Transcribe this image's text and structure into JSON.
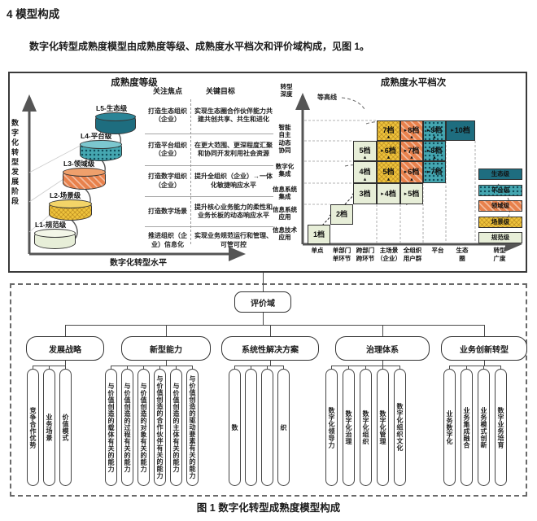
{
  "page": {
    "heading": "4 模型构成",
    "intro": "数字化转型成熟度模型由成熟度等级、成熟度水平档次和评价域构成，见图 1。",
    "caption": "图 1 数字化转型成熟度模型构成"
  },
  "maturity_levels": {
    "title": "成熟度等级",
    "y_axis_label": "数字化转型发展阶段",
    "x_axis_label": "数字化转型水平",
    "col_focus": "关注焦点",
    "col_goal": "关键目标",
    "levels": [
      {
        "name": "L5-生态级",
        "level": 5,
        "focus": "打造生态组织（企业）",
        "goal": "实现生态圈合作伙伴能力共建共创共享、共生和进化"
      },
      {
        "name": "L4-平台级",
        "level": 4,
        "focus": "打造平台组织（企业）",
        "goal": "在更大范围、更深程度汇聚和协同开发利用社会资源"
      },
      {
        "name": "L3-领域级",
        "level": 3,
        "focus": "打造数字组织（企业）",
        "goal": "提升全组织（企业）→一体化敏捷响应水平"
      },
      {
        "name": "L2-场景级",
        "level": 2,
        "focus": "打造数字场景",
        "goal": "提升核心业务能力的柔性和业务长板的动态响应水平"
      },
      {
        "name": "L1-规范级",
        "level": 1,
        "focus": "推进组织（企业）信息化",
        "goal": "实现业务规范运行和管理、可管可控"
      }
    ]
  },
  "chart_data": {
    "type": "heatmap",
    "title": "成熟度水平档次",
    "y_axis_title": "转型\n深度",
    "x_axis_title": "转型\n广度",
    "contour_label": "等高线",
    "x_categories": [
      "单点",
      "单部门\n单环节",
      "跨部门\n跨环节",
      "主场景\n（企业）",
      "全组织\n用户群",
      "平台",
      "生态\n圈"
    ],
    "y_categories": [
      "信息技术\n应用",
      "信息系统\n应用",
      "信息系统\n集成",
      "数字化\n集成",
      "智能\n自主\n动态\n协同"
    ],
    "legend": [
      {
        "label": "生态级",
        "level": 5
      },
      {
        "label": "平台级",
        "level": 4
      },
      {
        "label": "领域级",
        "level": 3
      },
      {
        "label": "场景级",
        "level": 2
      },
      {
        "label": "规范级",
        "level": 1
      }
    ],
    "colors": {
      "规范级": "#e7eed8",
      "场景级": "#eec33c",
      "领域级": "#e8814c",
      "平台级": "#45a7b1",
      "生态级": "#1e6d7f"
    },
    "cells": [
      {
        "label": "1档",
        "col": 1,
        "row": 1,
        "level": 1
      },
      {
        "label": "2档",
        "col": 2,
        "row": 2,
        "level": 1
      },
      {
        "label": "3档",
        "col": 3,
        "row": 3,
        "level": 1
      },
      {
        "label": "4档",
        "col": 4,
        "row": 3,
        "level": 1
      },
      {
        "label": "5档",
        "col": 5,
        "row": 3,
        "level": 1
      },
      {
        "label": "4档",
        "col": 3,
        "row": 4,
        "level": 1
      },
      {
        "label": "5档",
        "col": 4,
        "row": 4,
        "level": 2
      },
      {
        "label": "6档",
        "col": 5,
        "row": 4,
        "level": 3
      },
      {
        "label": "7档",
        "col": 6,
        "row": 4,
        "level": 4
      },
      {
        "label": "5档",
        "col": 3,
        "row": 5,
        "level": 1
      },
      {
        "label": "6档",
        "col": 4,
        "row": 5,
        "level": 2
      },
      {
        "label": "7档",
        "col": 5,
        "row": 5,
        "level": 3
      },
      {
        "label": "8档",
        "col": 6,
        "row": 5,
        "level": 4
      },
      {
        "label": "7档",
        "col": 4,
        "row": 6,
        "level": 2
      },
      {
        "label": "8档",
        "col": 5,
        "row": 6,
        "level": 3
      },
      {
        "label": "9档",
        "col": 6,
        "row": 6,
        "level": 4
      },
      {
        "label": "10档",
        "col": 7,
        "row": 6,
        "level": 5
      }
    ]
  },
  "evaluation": {
    "root": "评价域",
    "domains": [
      {
        "label": "发展战略",
        "items": [
          "竞争合作优势",
          "业务场景",
          "价值模式"
        ]
      },
      {
        "label": "新型能力",
        "items": [
          "与价值创造的载体有关的能力",
          "与价值创造的过程有关的能力",
          "与价值创造的对象有关的能力",
          "与价值创造的合作伙伴有关的能力",
          "与价值创造的主体有关的能力",
          "与价值创造的驱动要素有关的能力"
        ]
      },
      {
        "label": "系统性解决方案",
        "items": [
          "数",
          "",
          "",
          "织"
        ]
      },
      {
        "label": "治理体系",
        "items": [
          "数字化领导力",
          "数字化治理",
          "数字化组织",
          "数字化管理",
          "数字化组织文化"
        ]
      },
      {
        "label": "业务创新转型",
        "items": [
          "业务数字化",
          "业务集成融合",
          "业务模式创新",
          "数字业务培育"
        ]
      }
    ]
  }
}
